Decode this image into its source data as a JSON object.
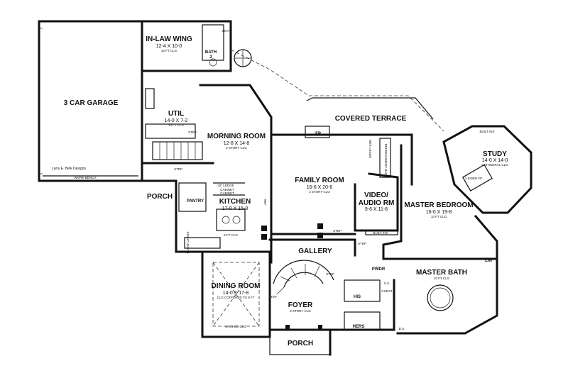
{
  "rooms": {
    "inlaw": {
      "name": "IN-LAW WING",
      "dims": "12-4 X 10-0",
      "note": "10 FT CLG"
    },
    "bath2": {
      "name": "BATH",
      "num": "2"
    },
    "garage": {
      "name": "3 CAR GARAGE"
    },
    "util": {
      "name": "UTIL",
      "dims": "14-0 X 7-2",
      "note": "10 FT CLG"
    },
    "morning": {
      "name": "MORNING ROOM",
      "dims": "12-8 X 14-8",
      "note": "2 STORY CLG"
    },
    "terrace": {
      "name": "COVERED TERRACE"
    },
    "family": {
      "name": "FAMILY ROOM",
      "dims": "16-6 X 20-6",
      "note": "2 STORY CLG"
    },
    "study": {
      "name": "STUDY",
      "dims": "14-0 X 14-0",
      "note": "CATHEDRAL CLG"
    },
    "video": {
      "name1": "VIDEO/",
      "name2": "AUDIO RM",
      "dims": "9-6 X 11-8"
    },
    "master_bed": {
      "name": "MASTER BEDROOM",
      "dims": "16-0 X 19-8",
      "note": "10 FT CLG"
    },
    "porch_w": {
      "name": "PORCH"
    },
    "pantry": {
      "name": "PANTRY"
    },
    "kitchen": {
      "name": "KITCHEN",
      "dims": "17-0 X 15-8"
    },
    "gallery": {
      "name": "GALLERY"
    },
    "pwdr": {
      "name": "PWDR"
    },
    "master_bath": {
      "name": "MASTER BATH",
      "note": "10 FT CLG"
    },
    "dining": {
      "name": "DINING ROOM",
      "dims": "14-0 X 17-8",
      "note": "CLG COFFERED TO 9 FT"
    },
    "foyer": {
      "name": "FOYER",
      "note": "2 STORY CLG"
    },
    "his": {
      "name": "HIS"
    },
    "hers": {
      "name": "HERS"
    },
    "porch_s": {
      "name": "PORCH"
    }
  },
  "labels": {
    "fp": "FP",
    "fp_study": "2 SIDED FP",
    "credit": "Larry E. Belk Designs",
    "work_bench": "WORK BENCH",
    "ledge": "42\" LEDGE",
    "cabinet1": "CABINET",
    "cabinet2": "CABINET",
    "ceiling_9": "9 FT CLG",
    "arched_clg": "ARCHED CLG",
    "built_ins_study": "BUILT INS",
    "built_ins_video": "BUILT INS",
    "lin": "LIN",
    "seat": "SEAT",
    "step_util": "STEP",
    "step_porch": "STEP",
    "step_family": "STEP",
    "step_gallery": "STEP",
    "step_dining": "STEP",
    "step_video": "STEP",
    "refreshment_bar": "REFRESHMENT BAR",
    "chest": "CHEST",
    "ref": "REF",
    "wet_ledge": "WET LEDGE",
    "plant_ledge": "PLANT LEDGE",
    "ds": "D.S.",
    "ss": "S.S."
  }
}
